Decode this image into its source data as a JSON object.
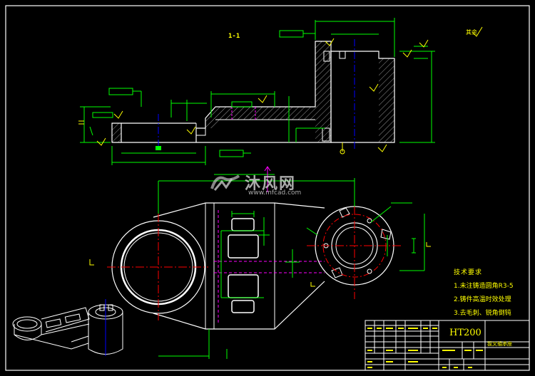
{
  "drawing": {
    "section_label": "1-1",
    "roughness_note": "其余",
    "tech_requirements": {
      "title": "技术要求",
      "items": [
        "1.未注铸造圆角R3-5",
        "2.铸件高温时效处理",
        "3.去毛刺、锐角倒钝"
      ]
    },
    "title_block": {
      "material": "HT200",
      "part_name": "拔叉轴承座"
    },
    "watermark": {
      "brand": "沐风网",
      "url": "www.mfcad.com"
    },
    "colors": {
      "background": "#000000",
      "outline": "#ffffff",
      "dimension": "#00ff00",
      "text": "#ffff00",
      "center_line": "#ff0000",
      "hatch": "#9a9a9a",
      "hidden": "#ff00ff",
      "axis": "#0000ff",
      "accent": "#00ffff"
    }
  }
}
